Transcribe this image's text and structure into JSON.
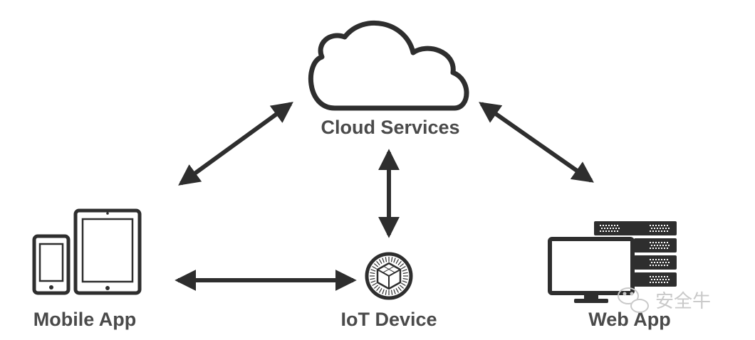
{
  "nodes": {
    "cloud": {
      "label": "Cloud Services",
      "icon": "cloud-icon"
    },
    "mobile": {
      "label": "Mobile App",
      "icon": "phone-tablet-icon"
    },
    "iot": {
      "label": "IoT Device",
      "icon": "iot-hub-icon"
    },
    "web": {
      "label": "Web App",
      "icon": "server-monitor-icon"
    }
  },
  "connections": [
    {
      "from": "cloud",
      "to": "mobile",
      "bidirectional": true
    },
    {
      "from": "cloud",
      "to": "iot",
      "bidirectional": true
    },
    {
      "from": "cloud",
      "to": "web",
      "bidirectional": true
    },
    {
      "from": "mobile",
      "to": "iot",
      "bidirectional": true
    }
  ],
  "watermark": {
    "text": "安全牛",
    "icon": "wechat-icon"
  },
  "colors": {
    "ink": "#2e2e2e",
    "label": "#4a4a4a",
    "watermark": "#c9c9c9"
  }
}
